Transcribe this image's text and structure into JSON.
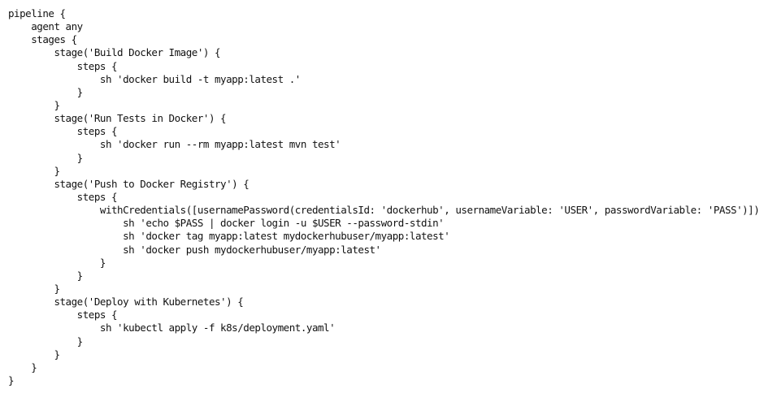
{
  "code_lines": [
    "pipeline {",
    "    agent any",
    "    stages {",
    "        stage('Build Docker Image') {",
    "            steps {",
    "                sh 'docker build -t myapp:latest .'",
    "            }",
    "        }",
    "        stage('Run Tests in Docker') {",
    "            steps {",
    "                sh 'docker run --rm myapp:latest mvn test'",
    "            }",
    "        }",
    "        stage('Push to Docker Registry') {",
    "            steps {",
    "                withCredentials([usernamePassword(credentialsId: 'dockerhub', usernameVariable: 'USER', passwordVariable: 'PASS')])",
    "                    sh 'echo $PASS | docker login -u $USER --password-stdin'",
    "                    sh 'docker tag myapp:latest mydockerhubuser/myapp:latest'",
    "                    sh 'docker push mydockerhubuser/myapp:latest'",
    "                }",
    "            }",
    "        }",
    "        stage('Deploy with Kubernetes') {",
    "            steps {",
    "                sh 'kubectl apply -f k8s/deployment.yaml'",
    "            }",
    "        }",
    "    }",
    "}"
  ]
}
